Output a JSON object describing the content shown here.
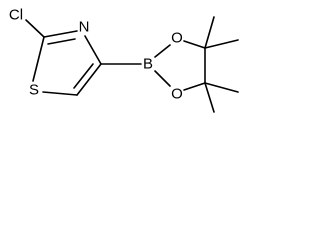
{
  "molecule": {
    "atoms": {
      "chlorine": "Cl",
      "nitrogen": "N",
      "sulfur": "S",
      "boron": "B",
      "oxygen_top": "O",
      "oxygen_bottom": "O"
    },
    "colors": {
      "bond": "#000000",
      "label": "#000000",
      "background": "#ffffff"
    }
  }
}
